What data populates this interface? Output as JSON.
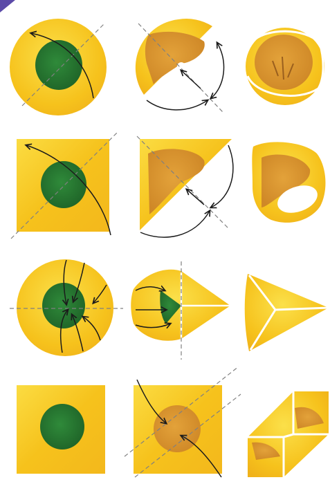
{
  "colors": {
    "background": "#ffffff",
    "paper_yellow": "#f6c21c",
    "paper_light": "#fbe04a",
    "paper_orange": "#eea51d",
    "filling_green": "#2a7d33",
    "filling_dark": "#1f6428",
    "folded_filling": "#d8902a",
    "fold_line": "#808080",
    "arrow": "#1b1b1b",
    "corner_accent": "#5b4aa8"
  },
  "rows": [
    {
      "shape": "circle",
      "steps": [
        "flat-with-filling",
        "folded-in-half",
        "closed-dumpling"
      ]
    },
    {
      "shape": "square",
      "steps": [
        "flat-with-filling",
        "folded-diagonally",
        "rolled-ring"
      ]
    },
    {
      "shape": "circle",
      "steps": [
        "flat-with-filling",
        "three-edges-folded",
        "triangle-pouch"
      ]
    },
    {
      "shape": "square",
      "steps": [
        "flat-with-filling",
        "corners-folded-in",
        "square-packet"
      ]
    }
  ]
}
